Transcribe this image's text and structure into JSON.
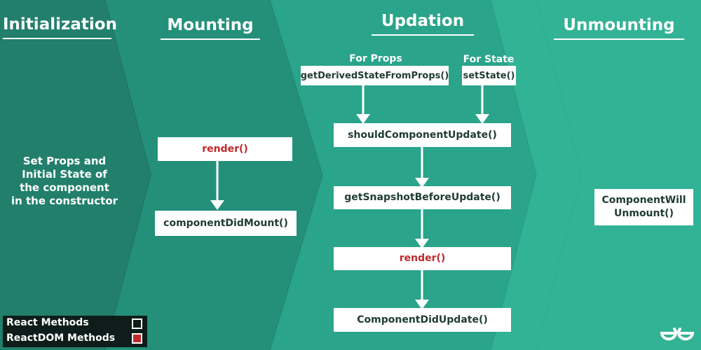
{
  "phases": {
    "initialization": "Initialization",
    "mounting": "Mounting",
    "updation": "Updation",
    "unmounting": "Unmounting"
  },
  "initialization": {
    "lines": [
      "Set Props and",
      "Initial State of",
      "the component",
      "in the constructor"
    ]
  },
  "mounting": {
    "render": "render()",
    "did_mount": "componentDidMount()"
  },
  "updation": {
    "for_props": "For Props",
    "for_state": "For State",
    "derived_state": "getDerivedStateFromProps()",
    "set_state": "setState()",
    "should_update": "shouldComponentUpdate()",
    "snapshot": "getSnapshotBeforeUpdate()",
    "render": "render()",
    "did_update": "ComponentDidUpdate()"
  },
  "unmounting": {
    "will_unmount_line1": "ComponentWill",
    "will_unmount_line2": "Unmount()"
  },
  "legend": {
    "react_methods": "React Methods",
    "reactdom_methods": "ReactDOM Methods"
  },
  "colors": {
    "band1": "#227f6b",
    "band2": "#24907a",
    "band3": "#2aa48a",
    "band4": "#33b396",
    "text_dark": "#1f3b34",
    "reactdom_red": "#c0282d",
    "legend_bg": "#0e1d1a",
    "white": "#ffffff"
  },
  "logo_icon": "geeksforgeeks-logo-icon"
}
